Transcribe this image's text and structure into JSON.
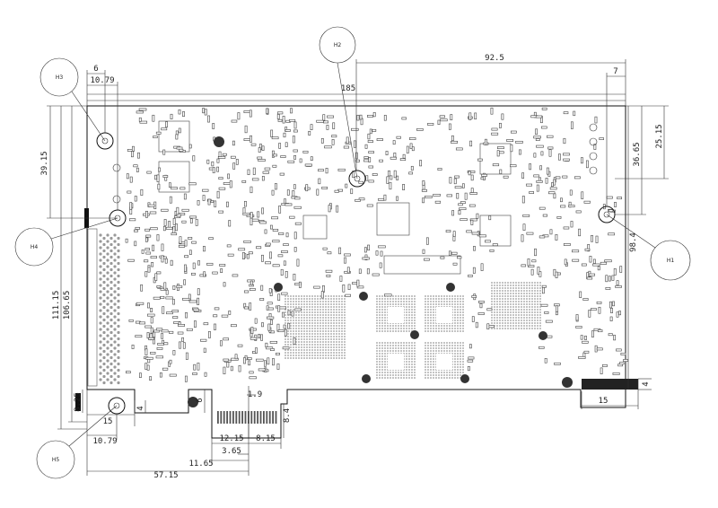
{
  "drawing": {
    "dimensions": {
      "top_overall": "185",
      "top_right_span": "92.5",
      "top_right_small": "7",
      "top_left_small": "6",
      "top_left_offset": "10.79",
      "right_height_a": "36.65",
      "right_height_b": "25.15",
      "right_height_c": "98.4",
      "left_height_a": "39.15",
      "left_height_b": "111.15",
      "left_height_c": "106.65",
      "left_bottom_small": "8.25",
      "bottom_left_15": "15",
      "bottom_left_4": "4",
      "bottom_left_1079": "10.79",
      "bottom_57": "57.15",
      "bottom_1165": "11.65",
      "bottom_1215": "12.15",
      "bottom_365": "3.65",
      "bottom_815": "8.15",
      "bottom_84": "8.4",
      "bottom_19": "1.9",
      "bottom_6": "6",
      "bottom_right_15": "15",
      "bottom_right_4": "4"
    },
    "holes": {
      "h1": "H1",
      "h2": "H2",
      "h3": "H3",
      "h4": "H4",
      "h5": "H5"
    }
  }
}
